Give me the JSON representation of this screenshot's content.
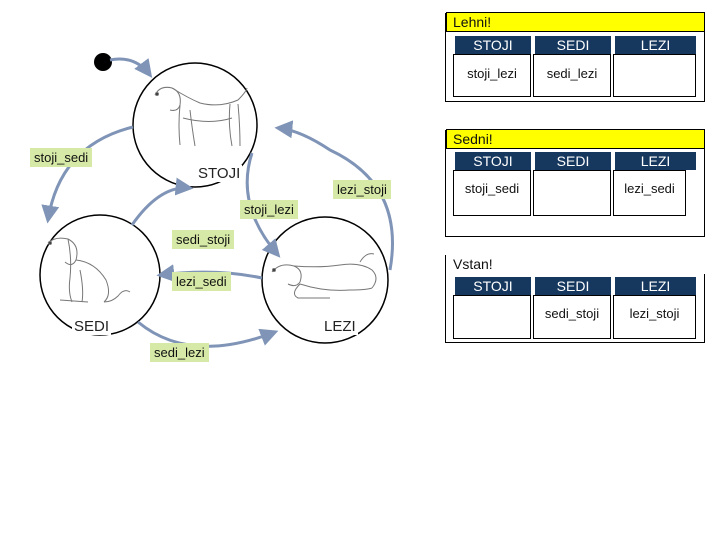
{
  "states": {
    "stoji": "STOJI",
    "sedi": "SEDI",
    "lezi": "LEZI"
  },
  "transitions": {
    "stoji_sedi": "stoji_sedi",
    "lezi_stoji": "lezi_stoji",
    "stoji_lezi": "stoji_lezi",
    "sedi_stoji": "sedi_stoji",
    "lezi_sedi": "lezi_sedi",
    "sedi_lezi": "sedi_lezi"
  },
  "tables": {
    "lehni": {
      "title": "Lehni!",
      "headers": [
        "STOJI",
        "SEDI",
        "LEZI"
      ],
      "cells": [
        "stoji_lezi",
        "sedi_lezi",
        ""
      ]
    },
    "sedni": {
      "title": "Sedni!",
      "headers": [
        "STOJI",
        "SEDI",
        "LEZI"
      ],
      "cells": [
        "stoji_sedi",
        "",
        "lezi_sedi"
      ]
    },
    "vstan": {
      "title": "Vstan!",
      "headers": [
        "STOJI",
        "SEDI",
        "LEZI"
      ],
      "cells": [
        "",
        "sedi_stoji",
        "lezi_stoji"
      ]
    }
  },
  "colors": {
    "arrow": "#7f94b6",
    "label_bg": "#d6e9a6",
    "header_bg": "#16375e",
    "title_bg": "#ffff00"
  }
}
